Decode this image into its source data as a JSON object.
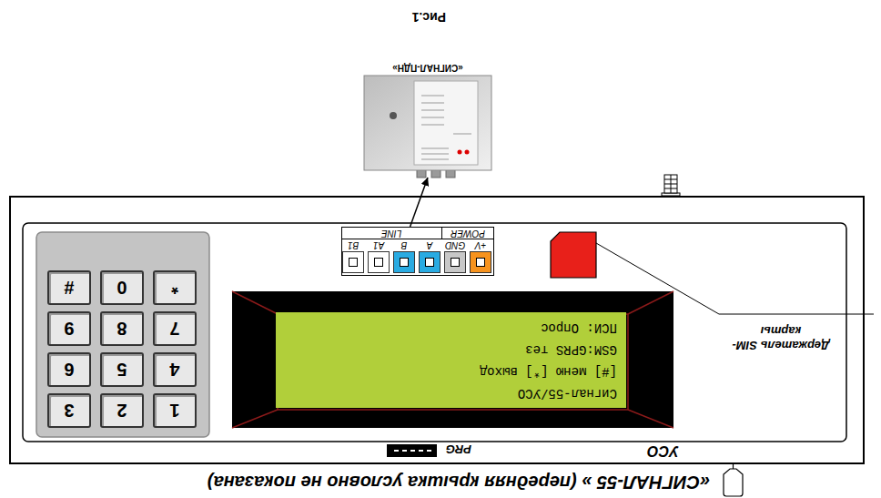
{
  "diagram": {
    "title": "«СИГНАЛ-55 » (передняя крышка условно не показана)",
    "caption": "Рис.1",
    "nodes": [
      {
        "text": [
          "УСО"
        ]
      },
      {
        "text": [
          "Сигнал-55/УСО",
          "[#] меню [*] выход",
          "GSM:GPRS тез",
          "ПСИ: Опрос"
        ],
        "in": 0
      },
      {
        "text": [
          "1"
        ],
        "in": 0
      },
      {
        "text": [
          "2"
        ],
        "in": 0
      },
      {
        "text": [
          "3"
        ],
        "in": 0
      },
      {
        "text": [
          "4"
        ],
        "in": 0
      },
      {
        "text": [
          "5"
        ],
        "in": 0
      },
      {
        "text": [
          "6"
        ],
        "in": 0
      },
      {
        "text": [
          "7"
        ],
        "in": 0
      },
      {
        "text": [
          "8"
        ],
        "in": 0
      },
      {
        "text": [
          "9"
        ],
        "in": 0
      },
      {
        "text": [
          "*"
        ],
        "in": 0
      },
      {
        "text": [
          "0"
        ],
        "in": 0
      },
      {
        "text": [
          "#"
        ],
        "in": 0
      },
      {
        "text": [
          "+V",
          "GND",
          "A",
          "B",
          "A1",
          "B1",
          "POWER",
          "LINE"
        ],
        "in": 0
      },
      {
        "text": [
          "«СИГНАЛ-ПДН»"
        ]
      }
    ],
    "edges": [
      {
        "from": 14,
        "to": 15,
        "arrow": "to"
      }
    ],
    "labels": [
      "PRG",
      "Держатель SIM-карты"
    ]
  }
}
